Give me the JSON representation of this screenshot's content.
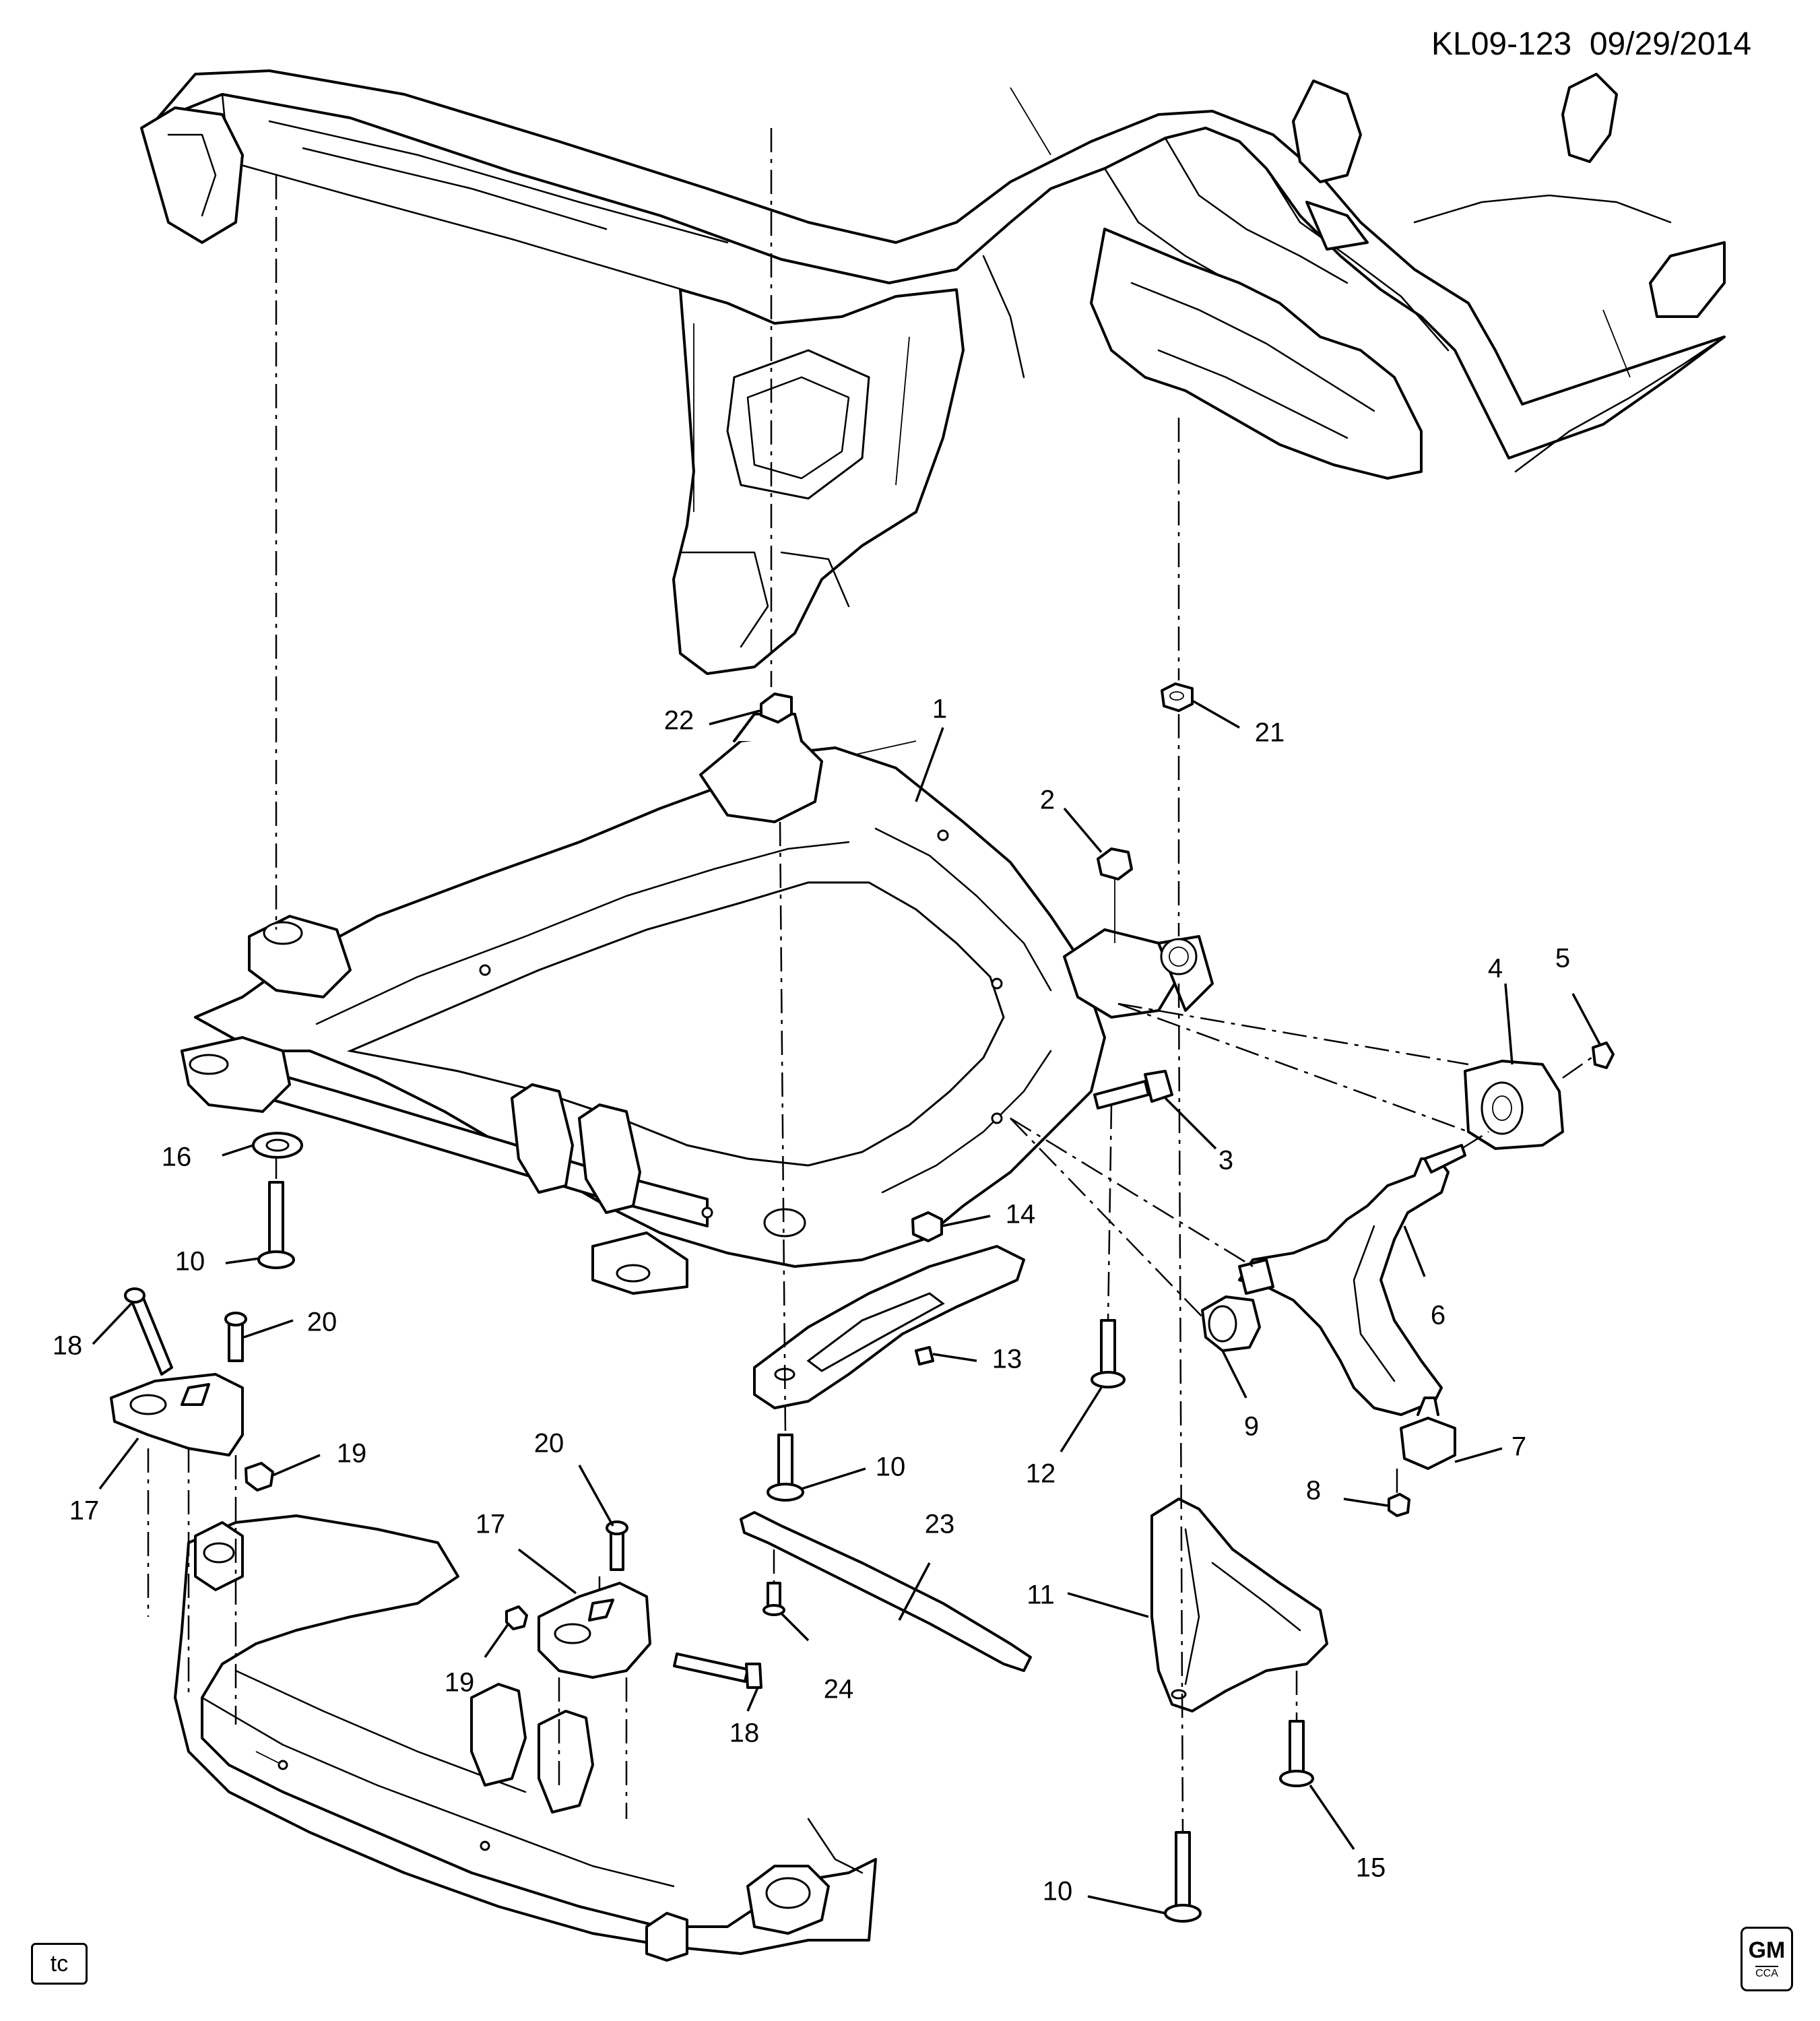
{
  "header": {
    "diagram_code": "KL09-123",
    "date": "09/29/2014"
  },
  "footer": {
    "tc_label": "tc",
    "logo_text": "GM",
    "logo_subtext": "CCA"
  },
  "callouts": [
    {
      "id": "c1",
      "label": "1"
    },
    {
      "id": "c2",
      "label": "2"
    },
    {
      "id": "c3",
      "label": "3"
    },
    {
      "id": "c4",
      "label": "4"
    },
    {
      "id": "c5",
      "label": "5"
    },
    {
      "id": "c6",
      "label": "6"
    },
    {
      "id": "c7",
      "label": "7"
    },
    {
      "id": "c8",
      "label": "8"
    },
    {
      "id": "c9",
      "label": "9"
    },
    {
      "id": "c10a",
      "label": "10"
    },
    {
      "id": "c10b",
      "label": "10"
    },
    {
      "id": "c10c",
      "label": "10"
    },
    {
      "id": "c11",
      "label": "11"
    },
    {
      "id": "c12",
      "label": "12"
    },
    {
      "id": "c13",
      "label": "13"
    },
    {
      "id": "c14",
      "label": "14"
    },
    {
      "id": "c15",
      "label": "15"
    },
    {
      "id": "c16",
      "label": "16"
    },
    {
      "id": "c17a",
      "label": "17"
    },
    {
      "id": "c17b",
      "label": "17"
    },
    {
      "id": "c18a",
      "label": "18"
    },
    {
      "id": "c18b",
      "label": "18"
    },
    {
      "id": "c19a",
      "label": "19"
    },
    {
      "id": "c19b",
      "label": "19"
    },
    {
      "id": "c20a",
      "label": "20"
    },
    {
      "id": "c20b",
      "label": "20"
    },
    {
      "id": "c21",
      "label": "21"
    },
    {
      "id": "c22",
      "label": "22"
    },
    {
      "id": "c23",
      "label": "23"
    },
    {
      "id": "c24",
      "label": "24"
    }
  ]
}
